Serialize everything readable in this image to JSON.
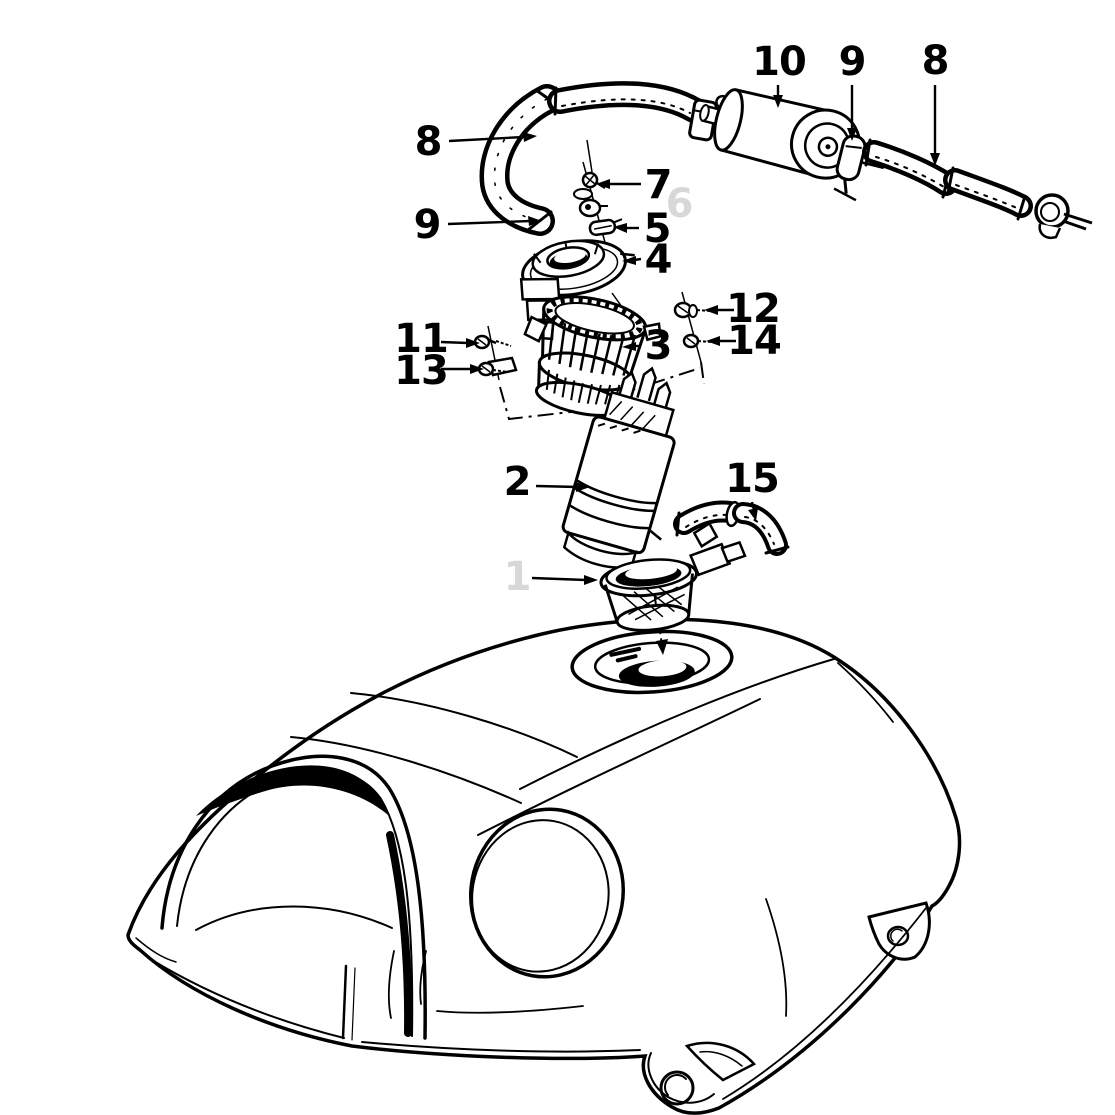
{
  "colors": {
    "ink": "#000000",
    "background": "#ffffff",
    "muted_label": "#d8d8d8"
  },
  "callouts": {
    "c1": {
      "text": "1",
      "muted": true
    },
    "c2": {
      "text": "2",
      "muted": false
    },
    "c3": {
      "text": "3",
      "muted": false
    },
    "c4": {
      "text": "4",
      "muted": false
    },
    "c5": {
      "text": "5",
      "muted": false
    },
    "c6": {
      "text": "6",
      "muted": true
    },
    "c7": {
      "text": "7",
      "muted": false
    },
    "c8_hose_left": {
      "text": "8",
      "muted": false
    },
    "c8_hose_right": {
      "text": "8",
      "muted": false
    },
    "c9_clamp_left": {
      "text": "9",
      "muted": false
    },
    "c9_clamp_right": {
      "text": "9",
      "muted": false
    },
    "c10": {
      "text": "10",
      "muted": false
    },
    "c11": {
      "text": "11",
      "muted": false
    },
    "c12": {
      "text": "12",
      "muted": false
    },
    "c13": {
      "text": "13",
      "muted": false
    },
    "c14": {
      "text": "14",
      "muted": false
    },
    "c15": {
      "text": "15",
      "muted": false
    }
  }
}
